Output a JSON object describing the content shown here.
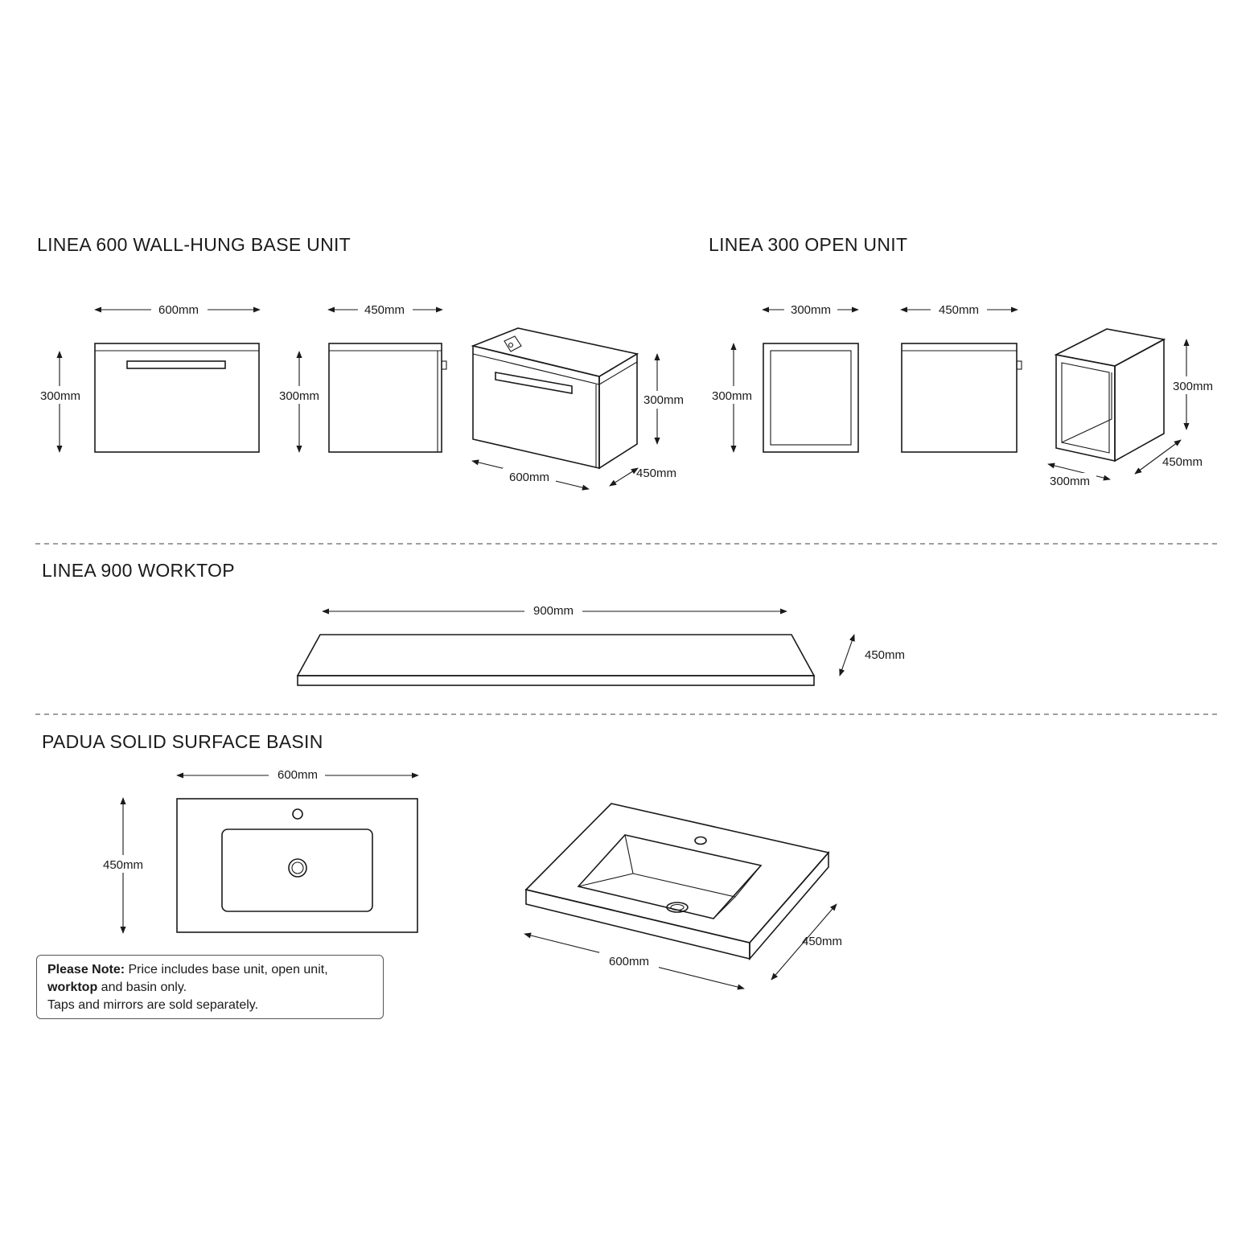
{
  "sections": {
    "base_unit": {
      "title": "LINEA 600 WALL-HUNG BASE UNIT",
      "front_width": "600mm",
      "front_height": "300mm",
      "side_depth": "450mm",
      "side_height": "300mm",
      "iso_height": "300mm",
      "iso_width": "600mm",
      "iso_depth": "450mm"
    },
    "open_unit": {
      "title": "LINEA 300 OPEN UNIT",
      "front_width": "300mm",
      "front_height": "300mm",
      "side_depth": "450mm",
      "iso_height": "300mm",
      "iso_width": "300mm",
      "iso_depth": "450mm"
    },
    "worktop": {
      "title": "LINEA 900 WORKTOP",
      "width": "900mm",
      "depth": "450mm"
    },
    "basin": {
      "title": "PADUA SOLID SURFACE BASIN",
      "top_width": "600mm",
      "top_depth": "450mm",
      "iso_width": "600mm",
      "iso_depth": "450mm"
    }
  },
  "note": {
    "label": "Please Note:",
    "text_1": " Price includes base unit, open unit,",
    "bold_2": "worktop",
    "text_2": " and basin only.",
    "text_3": "Taps and mirrors are sold separately."
  },
  "colors": {
    "line": "#1a1a1a",
    "divider": "#666666",
    "background": "#ffffff"
  }
}
